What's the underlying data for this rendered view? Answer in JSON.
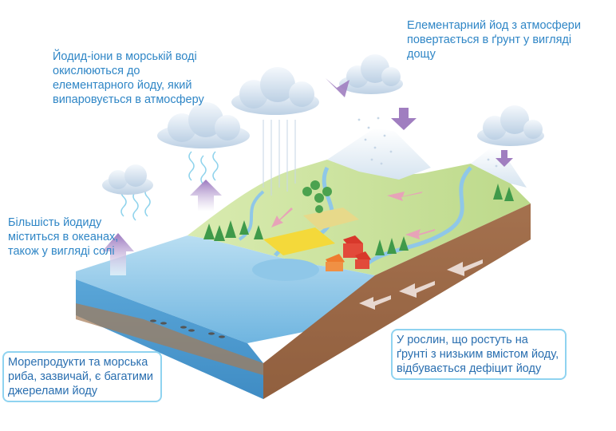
{
  "labels": {
    "iodide_oxidation": "Йодид-іони в морській воді окислюються до елементарного йоду, який випаровується в атмосферу",
    "elemental_rain": "Елементарний йод з атмосфери повертається в ґрунт у вигляді дощу",
    "ocean_salt": "Більшість йодиду міститься в океанах, також у вигляді солі",
    "seafood": "Морепродукти та морська риба, зазвичай, є багатими джерелами йоду",
    "soil_deficiency": "У рослин, що ростуть на ґрунті з низьким вмістом йоду, відбувається дефіцит йоду"
  },
  "colors": {
    "label_text": "#2f86c6",
    "box_border": "#8fd3f0",
    "ocean": "#8fc7e8",
    "land": "#cfe3a0",
    "soil": "#9b6a48",
    "arrow": "#a07ec0",
    "snow": "#ffffff"
  }
}
